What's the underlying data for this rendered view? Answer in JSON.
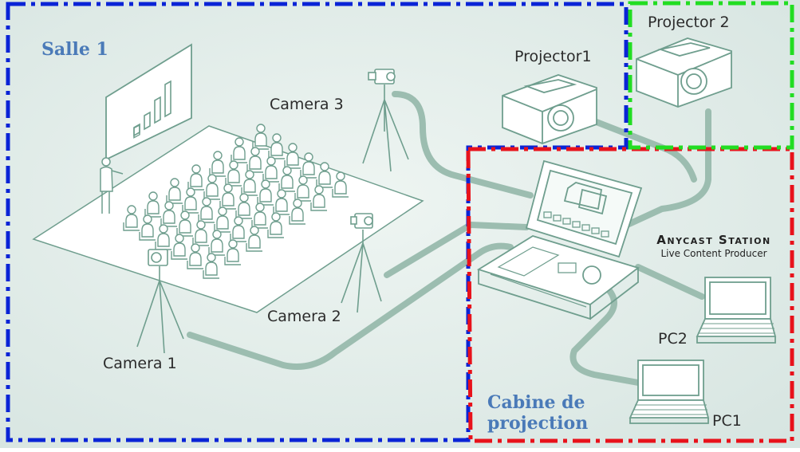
{
  "zones": {
    "room": "Salle 1",
    "booth_line1": "Cabine de",
    "booth_line2": "projection"
  },
  "devices": {
    "camera1": "Camera 1",
    "camera2": "Camera 2",
    "camera3": "Camera 3",
    "projector1": "Projector1",
    "projector2": "Projector 2",
    "pc1": "PC1",
    "pc2": "PC2"
  },
  "brand": {
    "name": "Anycast Station",
    "tagline": "Live Content Producer"
  },
  "colors": {
    "background": "#dde9e5",
    "line_art": "#6f9e8e",
    "cable": "#96b8ab",
    "room_zone": "#0a24d6",
    "booth_zone": "#e8121b",
    "projector2_zone": "#22dd22",
    "zone_title": "#4a7ab8"
  }
}
